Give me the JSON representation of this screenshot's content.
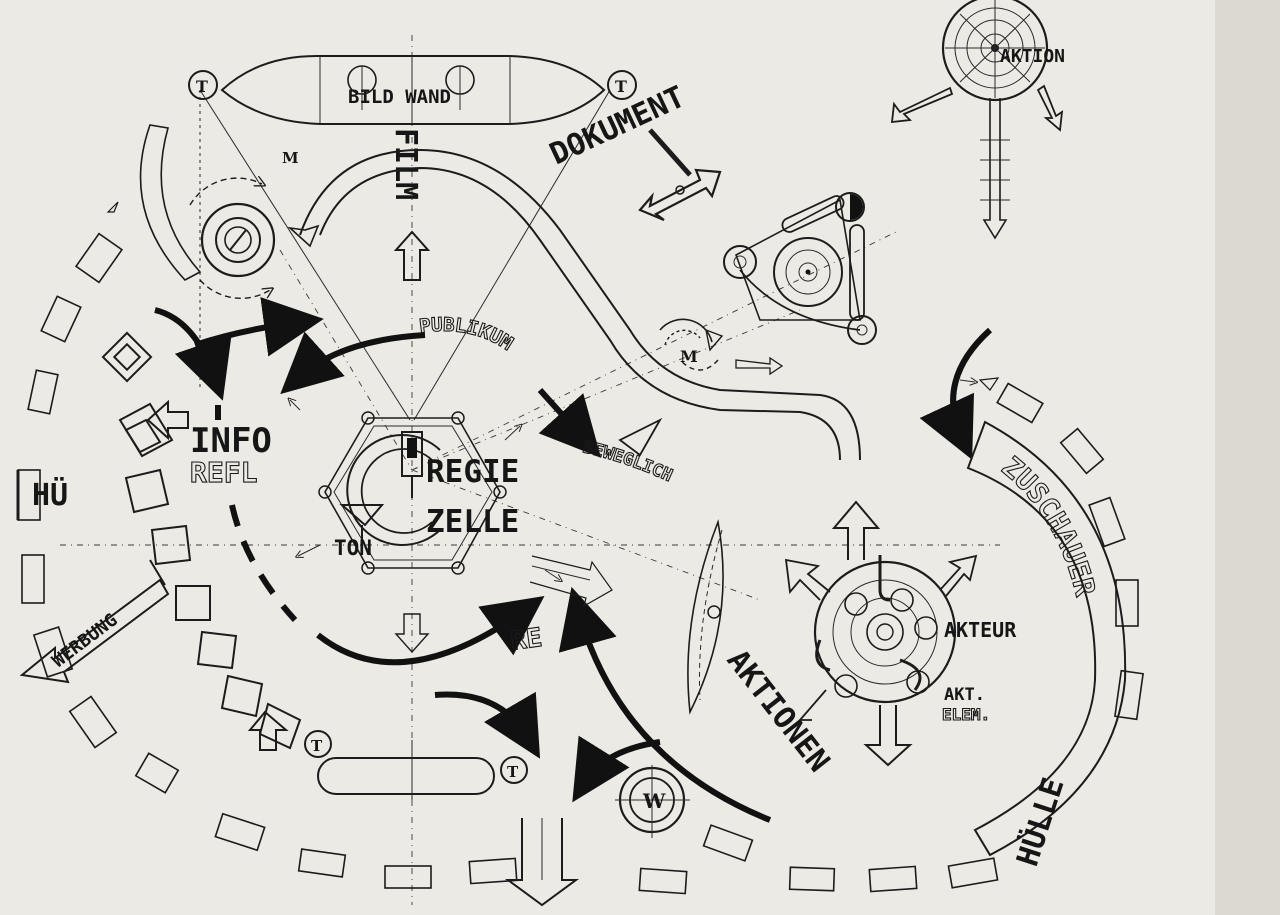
{
  "labels": {
    "bildwand": "BILD WAND",
    "film": "FILM",
    "dokument": "DOKUMENT",
    "aktion": "AKTION",
    "m_top": "M",
    "m_mid": "M",
    "publikum": "PUBLIKUM",
    "beweglich": "BEWEGLICH",
    "info": "INFO",
    "refl": "REFL",
    "regie": "REGIE",
    "zelle": "ZELLE",
    "ton": "TON",
    "hue": "HÜ",
    "werbung": "WERBUNG",
    "re": "RE",
    "akteur": "AKTEUR",
    "akt": "AKT.",
    "elem": "ELEM.",
    "aktionen": "AKTIONEN",
    "zuschauer": "ZUSCHAUER",
    "huelle": "HÜLLE",
    "w": "W",
    "t": "T"
  },
  "colors": {
    "paper": "#eceae4",
    "ink": "#161616"
  }
}
